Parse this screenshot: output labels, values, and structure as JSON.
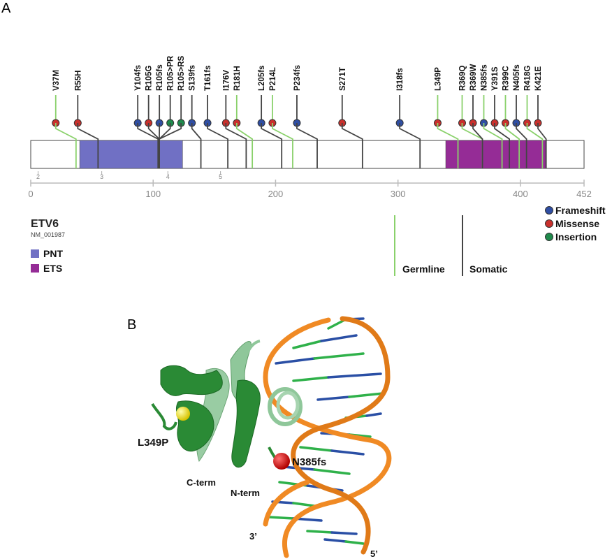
{
  "panel_a": {
    "letter": "A",
    "gene": "ETV6",
    "accession": "NM_001987",
    "protein_length": 452,
    "axis_ticks": [
      {
        "value": 0,
        "label": "0"
      },
      {
        "value": 100,
        "label": "100"
      },
      {
        "value": 200,
        "label": "200"
      },
      {
        "value": 300,
        "label": "300"
      },
      {
        "value": 400,
        "label": "400"
      },
      {
        "value": 452,
        "label": "452"
      }
    ],
    "exon_labels": [
      {
        "label": "2",
        "pos": 6
      },
      {
        "label": "3",
        "pos": 58
      },
      {
        "label": "4",
        "pos": 112
      },
      {
        "label": "5",
        "pos": 155
      }
    ],
    "domains": [
      {
        "name": "PNT",
        "start": 40,
        "end": 124,
        "color": "#7070c4"
      },
      {
        "name": "ETS",
        "start": 339,
        "end": 421,
        "color": "#952c96"
      }
    ],
    "mutations": [
      {
        "label": "V37M",
        "pos": 37,
        "type": "Missense",
        "origin": "Germline"
      },
      {
        "label": "R55H",
        "pos": 55,
        "type": "Missense",
        "origin": "Somatic"
      },
      {
        "label": "Y104fs",
        "pos": 104,
        "type": "Frameshift",
        "origin": "Somatic"
      },
      {
        "label": "R105G",
        "pos": 105,
        "type": "Missense",
        "origin": "Somatic"
      },
      {
        "label": "R105fs",
        "pos": 105,
        "type": "Frameshift",
        "origin": "Somatic"
      },
      {
        "label": "R105>PR",
        "pos": 105,
        "type": "Insertion",
        "origin": "Somatic"
      },
      {
        "label": "R105>RS",
        "pos": 105,
        "type": "Insertion",
        "origin": "Somatic"
      },
      {
        "label": "S139fs",
        "pos": 139,
        "type": "Frameshift",
        "origin": "Somatic"
      },
      {
        "label": "T161fs",
        "pos": 161,
        "type": "Frameshift",
        "origin": "Somatic"
      },
      {
        "label": "I176V",
        "pos": 176,
        "type": "Missense",
        "origin": "Somatic"
      },
      {
        "label": "R181H",
        "pos": 181,
        "type": "Missense",
        "origin": "Germline"
      },
      {
        "label": "L205fs",
        "pos": 205,
        "type": "Frameshift",
        "origin": "Somatic"
      },
      {
        "label": "P214L",
        "pos": 214,
        "type": "Missense",
        "origin": "Germline"
      },
      {
        "label": "P234fs",
        "pos": 234,
        "type": "Frameshift",
        "origin": "Somatic"
      },
      {
        "label": "S271T",
        "pos": 271,
        "type": "Missense",
        "origin": "Somatic"
      },
      {
        "label": "I318fs",
        "pos": 318,
        "type": "Frameshift",
        "origin": "Somatic"
      },
      {
        "label": "L349P",
        "pos": 349,
        "type": "Missense",
        "origin": "Germline"
      },
      {
        "label": "R369Q",
        "pos": 369,
        "type": "Missense",
        "origin": "Germline"
      },
      {
        "label": "R369W",
        "pos": 369,
        "type": "Missense",
        "origin": "Somatic"
      },
      {
        "label": "N385fs",
        "pos": 385,
        "type": "Frameshift",
        "origin": "Germline"
      },
      {
        "label": "Y391S",
        "pos": 391,
        "type": "Missense",
        "origin": "Somatic"
      },
      {
        "label": "R399C",
        "pos": 399,
        "type": "Missense",
        "origin": "Germline"
      },
      {
        "label": "N405fs",
        "pos": 405,
        "type": "Frameshift",
        "origin": "Somatic"
      },
      {
        "label": "R418G",
        "pos": 418,
        "type": "Missense",
        "origin": "Germline"
      },
      {
        "label": "K421E",
        "pos": 421,
        "type": "Missense",
        "origin": "Somatic"
      }
    ],
    "type_legend": [
      {
        "label": "Frameshift",
        "color": "#2f4ea3"
      },
      {
        "label": "Missense",
        "color": "#c9302c"
      },
      {
        "label": "Insertion",
        "color": "#1f8a4c"
      }
    ],
    "origin_legend": [
      {
        "label": "Germline",
        "color": "#8ad16b"
      },
      {
        "label": "Somatic",
        "color": "#444444"
      }
    ]
  },
  "panel_b": {
    "letter": "B",
    "labels": {
      "l349p": "L349P",
      "n385fs": "N385fs",
      "c_term": "C-term",
      "n_term": "N-term",
      "three_prime": "3’",
      "five_prime": "5’"
    },
    "colors": {
      "protein": "#2a8a35",
      "protein_light": "#8fc79a",
      "dna_backbone": "#f08a24",
      "base_green": "#2fb14a",
      "base_blue": "#2a4fa5",
      "l349p_atom": "#f2e31b",
      "n385fs_atom": "#e01515"
    }
  }
}
